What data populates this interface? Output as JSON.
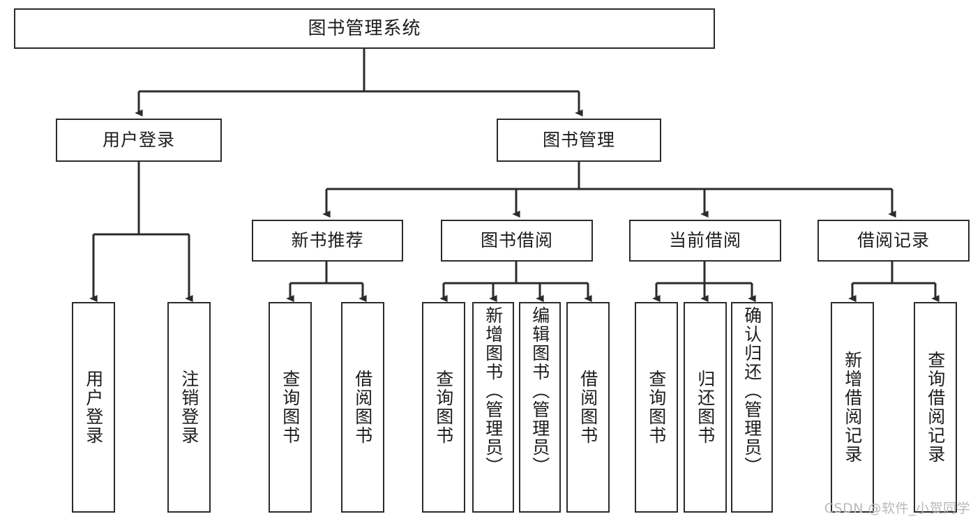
{
  "diagram": {
    "type": "tree-hierarchy",
    "title": "图书管理系统",
    "watermark": "CSDN @软件_小贺同学",
    "colors": {
      "stroke": "#2b2b2b",
      "fill": "#ffffff",
      "text": "#1c1c1c",
      "watermark": "#b9b9b9"
    },
    "root": {
      "label": "图书管理系统"
    },
    "level1": [
      {
        "label": "用户登录"
      },
      {
        "label": "图书管理"
      }
    ],
    "level2": [
      {
        "label": "新书推荐"
      },
      {
        "label": "图书借阅"
      },
      {
        "label": "当前借阅"
      },
      {
        "label": "借阅记录"
      }
    ],
    "leaves": {
      "user_login": [
        {
          "label": "用户登录"
        },
        {
          "label": "注销登录"
        }
      ],
      "new_book_recommend": [
        {
          "label": "查询图书"
        },
        {
          "label": "借阅图书"
        }
      ],
      "book_borrow": [
        {
          "label": "查询图书"
        },
        {
          "label": "新增图书（管理员）"
        },
        {
          "label": "编辑图书（管理员）"
        },
        {
          "label": "借阅图书"
        }
      ],
      "current_borrow": [
        {
          "label": "查询图书"
        },
        {
          "label": "归还图书"
        },
        {
          "label": "确认归还（管理员）"
        }
      ],
      "borrow_record": [
        {
          "label": "新增借阅记录"
        },
        {
          "label": "查询借阅记录"
        }
      ]
    }
  }
}
